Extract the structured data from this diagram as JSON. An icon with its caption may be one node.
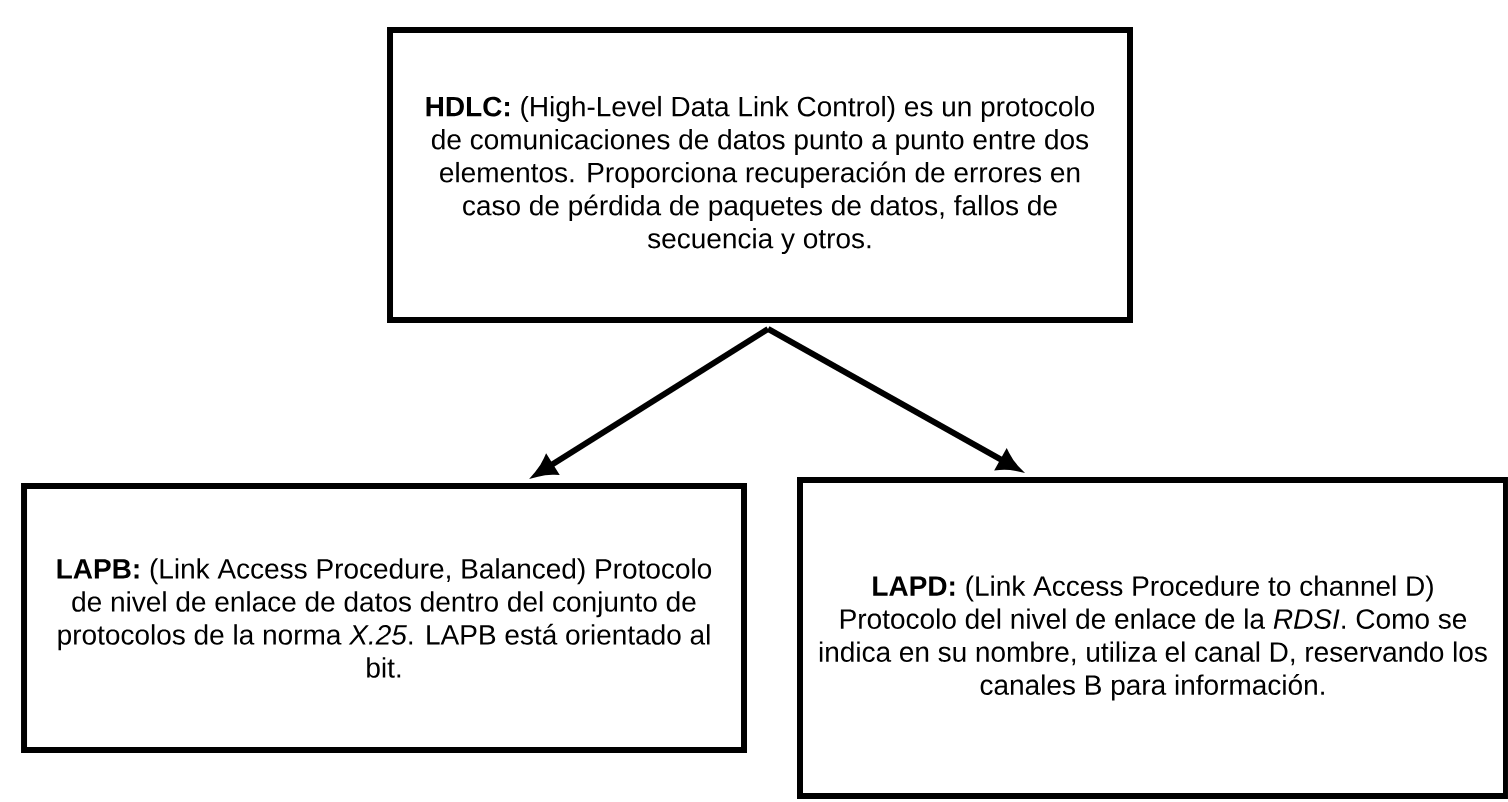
{
  "diagram": {
    "nodes": [
      {
        "text": [
          "**HDLC:** (High-Level Data Link Control) es un protocolo de comunicaciones de datos punto a punto entre dos elementos. Proporciona recuperación de errores en caso de pérdida de paquetes de datos, fallos de secuencia y otros."
        ]
      },
      {
        "text": [
          "**LAPB:** (Link Access Procedure, Balanced) Protocolo de nivel de enlace de datos dentro del conjunto de protocolos de la norma *X.25*. LAPB está orientado al bit."
        ]
      },
      {
        "text": [
          "**LAPD:** (Link Access Procedure to channel D)  Protocolo del nivel de enlace de la *RDSI*. Como se indica en su nombre, utiliza el canal D, reservando los canales B para información."
        ]
      }
    ],
    "edges": [
      {
        "from": 0,
        "to": 1,
        "arrow": "to"
      },
      {
        "from": 0,
        "to": 2,
        "arrow": "to"
      }
    ]
  }
}
